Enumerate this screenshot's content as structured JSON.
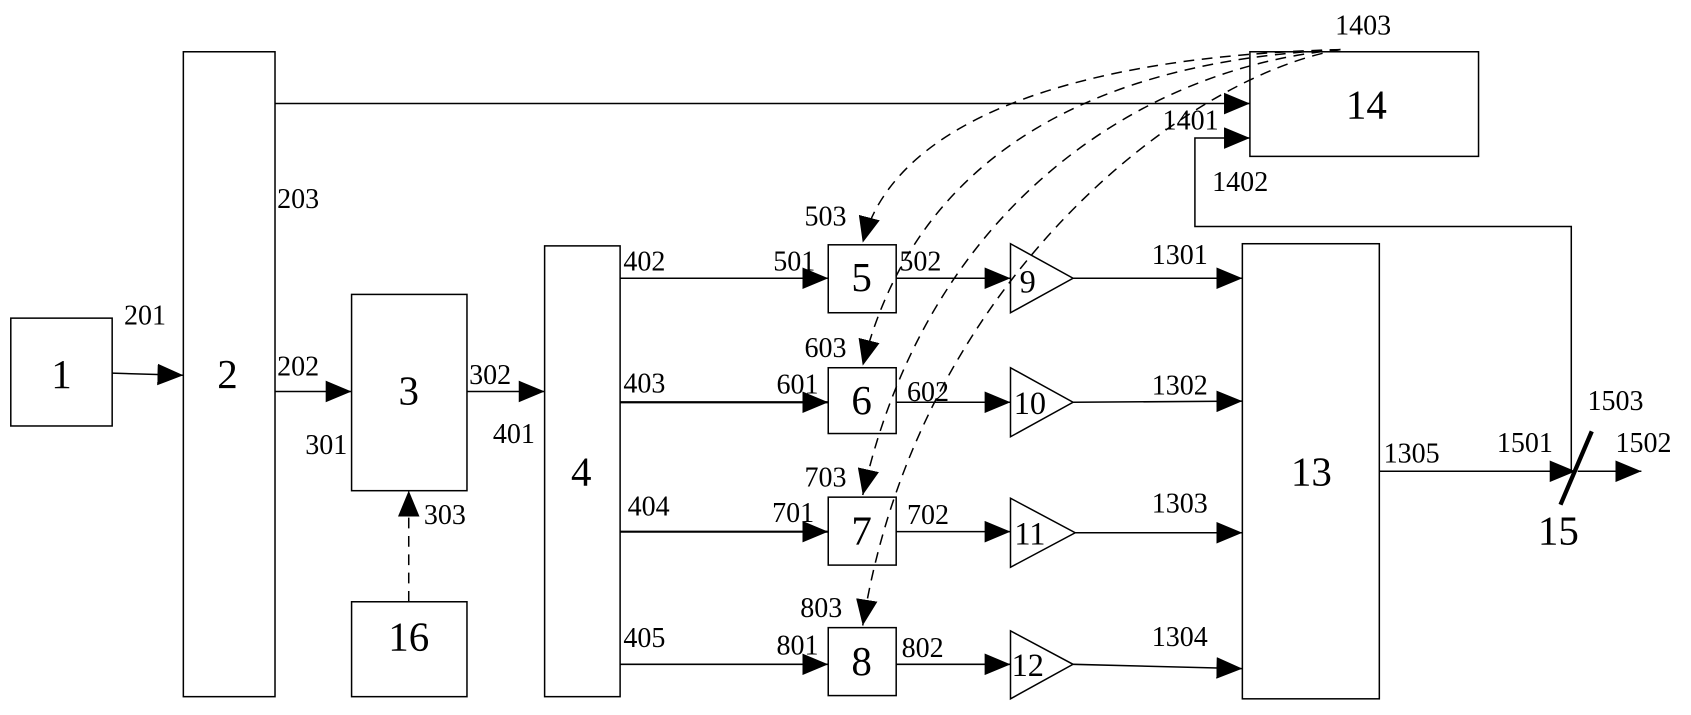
{
  "blocks": {
    "b1": "1",
    "b2": "2",
    "b3": "3",
    "b4": "4",
    "b5": "5",
    "b6": "6",
    "b7": "7",
    "b8": "8",
    "b13": "13",
    "b14": "14",
    "b16": "16"
  },
  "amplifiers": {
    "a9": "9",
    "a10": "10",
    "a11": "11",
    "a12": "12"
  },
  "element_15": "15",
  "ports": {
    "p201": "201",
    "p202": "202",
    "p203": "203",
    "p301": "301",
    "p302": "302",
    "p303": "303",
    "p401": "401",
    "p402": "402",
    "p403": "403",
    "p404": "404",
    "p405": "405",
    "p501": "501",
    "p502": "502",
    "p503": "503",
    "p601": "601",
    "p602": "602",
    "p603": "603",
    "p701": "701",
    "p702": "702",
    "p703": "703",
    "p801": "801",
    "p802": "802",
    "p803": "803",
    "p1301": "1301",
    "p1302": "1302",
    "p1303": "1303",
    "p1304": "1304",
    "p1305": "1305",
    "p1401": "1401",
    "p1402": "1402",
    "p1403": "1403",
    "p1501": "1501",
    "p1502": "1502",
    "p1503": "1503"
  }
}
